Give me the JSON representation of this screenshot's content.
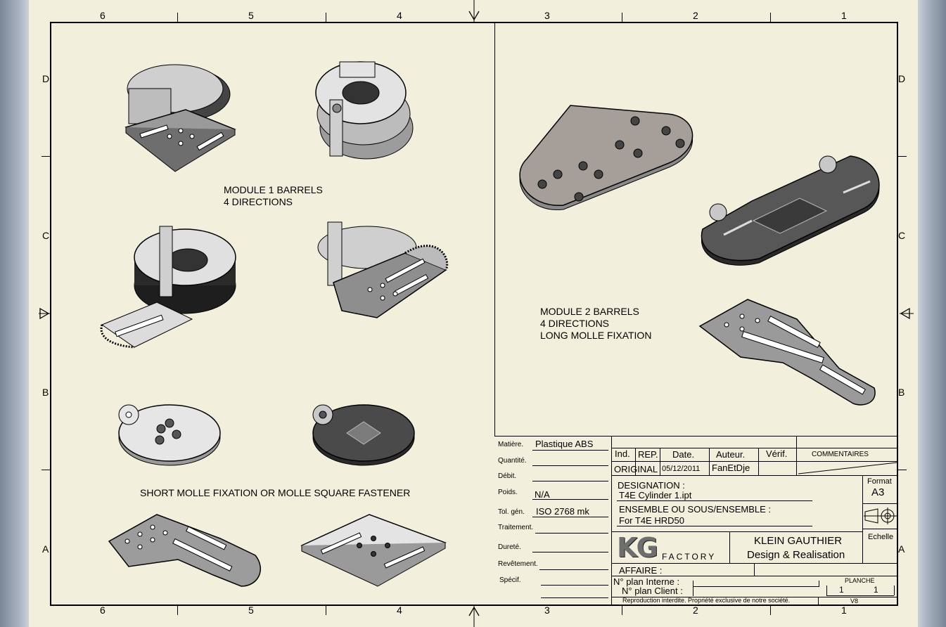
{
  "zones": {
    "columns_top": [
      "6",
      "5",
      "4",
      "3",
      "2",
      "1"
    ],
    "columns_bottom": [
      "6",
      "5",
      "4",
      "3",
      "2",
      "1"
    ],
    "rows_left": [
      "D",
      "C",
      "B",
      "A"
    ],
    "rows_right": [
      "D",
      "C",
      "B",
      "A"
    ]
  },
  "notes": {
    "module1": "MODULE 1 BARRELS\n4 DIRECTIONS",
    "module2": "MODULE 2 BARRELS\n4 DIRECTIONS\nLONG MOLLE FIXATION",
    "short_molle": "SHORT MOLLE FIXATION OR MOLLE SQUARE FASTENER"
  },
  "title_block": {
    "labels": {
      "matiere": "Matière.",
      "quantite": "Quantité.",
      "debit": "Débit.",
      "poids": "Poids.",
      "tol_gen": "Tol. gén.",
      "traitement": "Traitement.",
      "durete": "Dureté.",
      "revetement": "Revêtement.",
      "specif": "Spécif."
    },
    "values": {
      "matiere": "Plastique ABS",
      "poids": "N/A",
      "tol_gen": "ISO 2768 mk"
    },
    "revision_headers": [
      "Ind.",
      "REP.",
      "Date.",
      "Auteur.",
      "Vérif.",
      "COMMENTAIRES"
    ],
    "revision_row": {
      "ind": "ORIGINAL",
      "date": "05/12/2011",
      "auteur": "FanEtDje"
    },
    "designation_label": "DESIGNATION :",
    "designation_value": "T4E Cylinder 1.ipt",
    "ensemble_label": "ENSEMBLE OU SOUS/ENSEMBLE :",
    "ensemble_value": "For T4E HRD50",
    "format_label": "Format",
    "format_value": "A3",
    "echelle_label": "Echelle",
    "logo_letters": "KG",
    "logo_word": "FACTORY",
    "company_name": "KLEIN GAUTHIER",
    "company_tagline": "Design & Realisation",
    "affaire_label": "AFFAIRE :",
    "plan_interne_label": "N° plan Interne :",
    "plan_client_label": "N° plan Client :",
    "planche_label": "PLANCHE",
    "planche_value": "1",
    "planche_total": "1",
    "footer": "Reproduction interdite. Propriété exclusive de notre société.",
    "version": "V8"
  }
}
